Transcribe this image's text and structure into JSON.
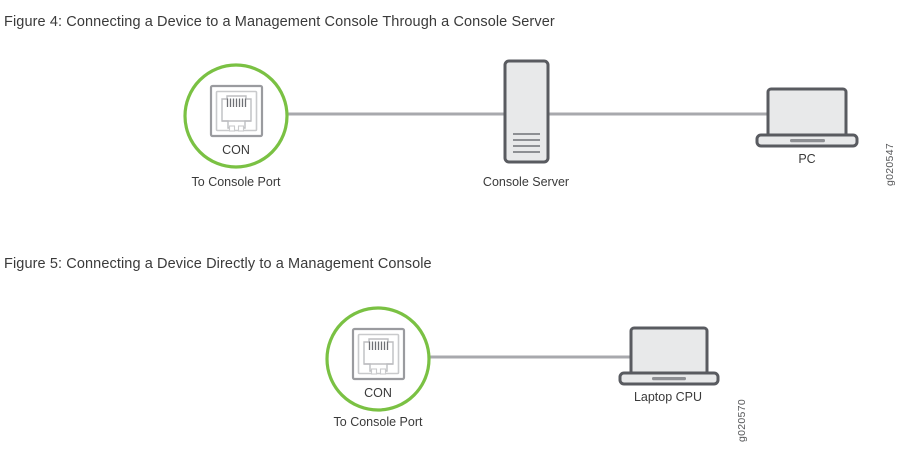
{
  "figures": [
    {
      "caption": "Figure 4: Connecting a Device to a Management Console Through a Console Server",
      "figure_id": "g020547",
      "nodes": [
        {
          "name": "console-port",
          "con_label": "CON",
          "label": "To Console Port"
        },
        {
          "name": "console-server",
          "label": "Console Server"
        },
        {
          "name": "pc",
          "label": "PC"
        }
      ]
    },
    {
      "caption": "Figure 5: Connecting a Device Directly to a Management Console",
      "figure_id": "g020570",
      "nodes": [
        {
          "name": "console-port",
          "con_label": "CON",
          "label": "To Console Port"
        },
        {
          "name": "laptop-cpu",
          "label": "Laptop CPU"
        }
      ]
    }
  ],
  "colors": {
    "highlight_green": "#7ac143",
    "icon_outline": "#595b60",
    "icon_fill": "#e8e9ea",
    "connector_gray": "#a8a9ad",
    "text": "#3a3a3a"
  }
}
